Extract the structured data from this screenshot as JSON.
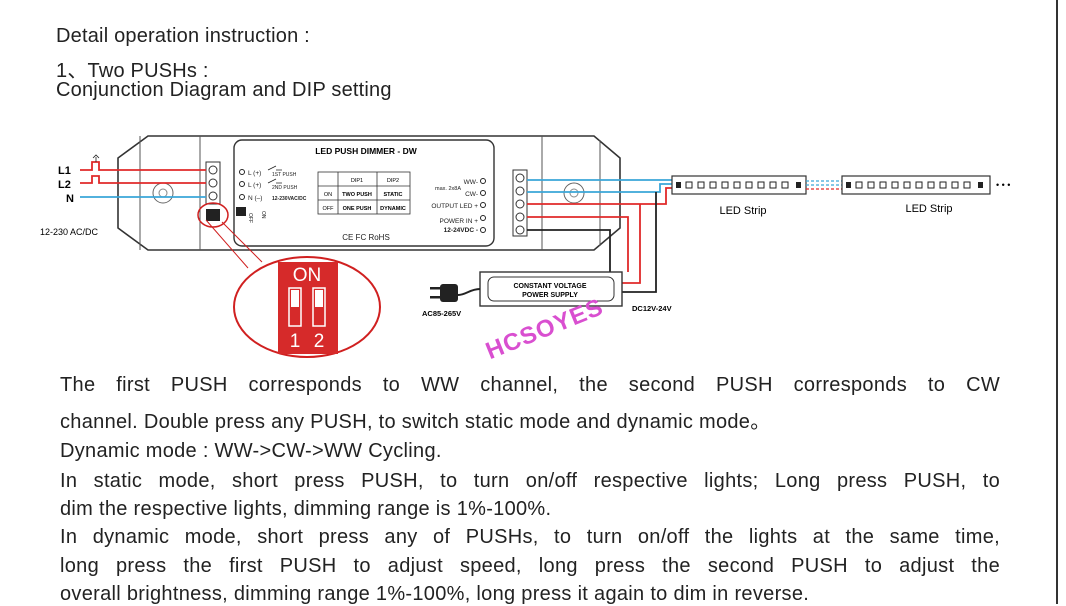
{
  "header": {
    "title": "Detail operation instruction :",
    "section": "1、Two PUSHs  :",
    "subtitle": "Conjunction Diagram and DIP setting"
  },
  "diagram": {
    "inputs": {
      "l1": "L1",
      "l2": "L2",
      "n": "N",
      "voltage": "12-230 AC/DC"
    },
    "dimmer": {
      "title": "LED PUSH DIMMER - DW",
      "terminal_l1": "L (+)",
      "terminal_l2": "L (+)",
      "terminal_n": "N (–)",
      "push1_label": "1ST PUSH",
      "push2_label": "2ND PUSH",
      "input_rating": "12-230VAC/DC",
      "dip_col1": "DIP1",
      "dip_col2": "DIP2",
      "row_on": "ON",
      "row_off": "OFF",
      "on_dip1": "TWO PUSH",
      "on_dip2": "STATIC",
      "off_dip1": "ONE PUSH",
      "off_dip2": "DYNAMIC",
      "out_ww": "WW-",
      "out_cw": "CW-",
      "max_rating": "max. 2x8A",
      "output_led": "OUTPUT LED +",
      "power_in": "POWER IN +",
      "power_in_neg": "12-24VDC -",
      "marks": "CE FC RoHS",
      "switch_off": "OFF",
      "switch_on": "ON"
    },
    "dip_zoom": {
      "on_label": "ON",
      "switch_1": "1",
      "switch_2": "2"
    },
    "power_supply": {
      "line1": "CONSTANT VOLTAGE",
      "line2": "POWER SUPPLY",
      "input": "AC85-265V",
      "output": "DC12V-24V"
    },
    "led_strip_1": "LED Strip",
    "led_strip_2": "LED Strip",
    "ellipsis": "• • •",
    "wire_colors": {
      "red": "#e02a2a",
      "blue": "#3aa6d8",
      "black": "#222222"
    }
  },
  "watermark": "HCSOYES",
  "body": {
    "p1": "The first PUSH corresponds to WW channel, the second PUSH corresponds to CW",
    "p1b": "channel. Double press any PUSH, to switch static mode and dynamic mode。",
    "p2": "Dynamic mode : WW->CW->WW Cycling.",
    "p3": "In static mode, short press PUSH, to turn on/off respective lights; Long press PUSH, to",
    "p3b": "dim the respective lights, dimming range is 1%-100%.",
    "p4": "In dynamic mode, short press any of PUSHs, to turn on/off the lights at the same time,",
    "p4b": "long press the first PUSH to adjust speed, long press the second PUSH to adjust the",
    "p4c": "overall brightness, dimming range 1%-100%, long press it again to dim in reverse."
  }
}
